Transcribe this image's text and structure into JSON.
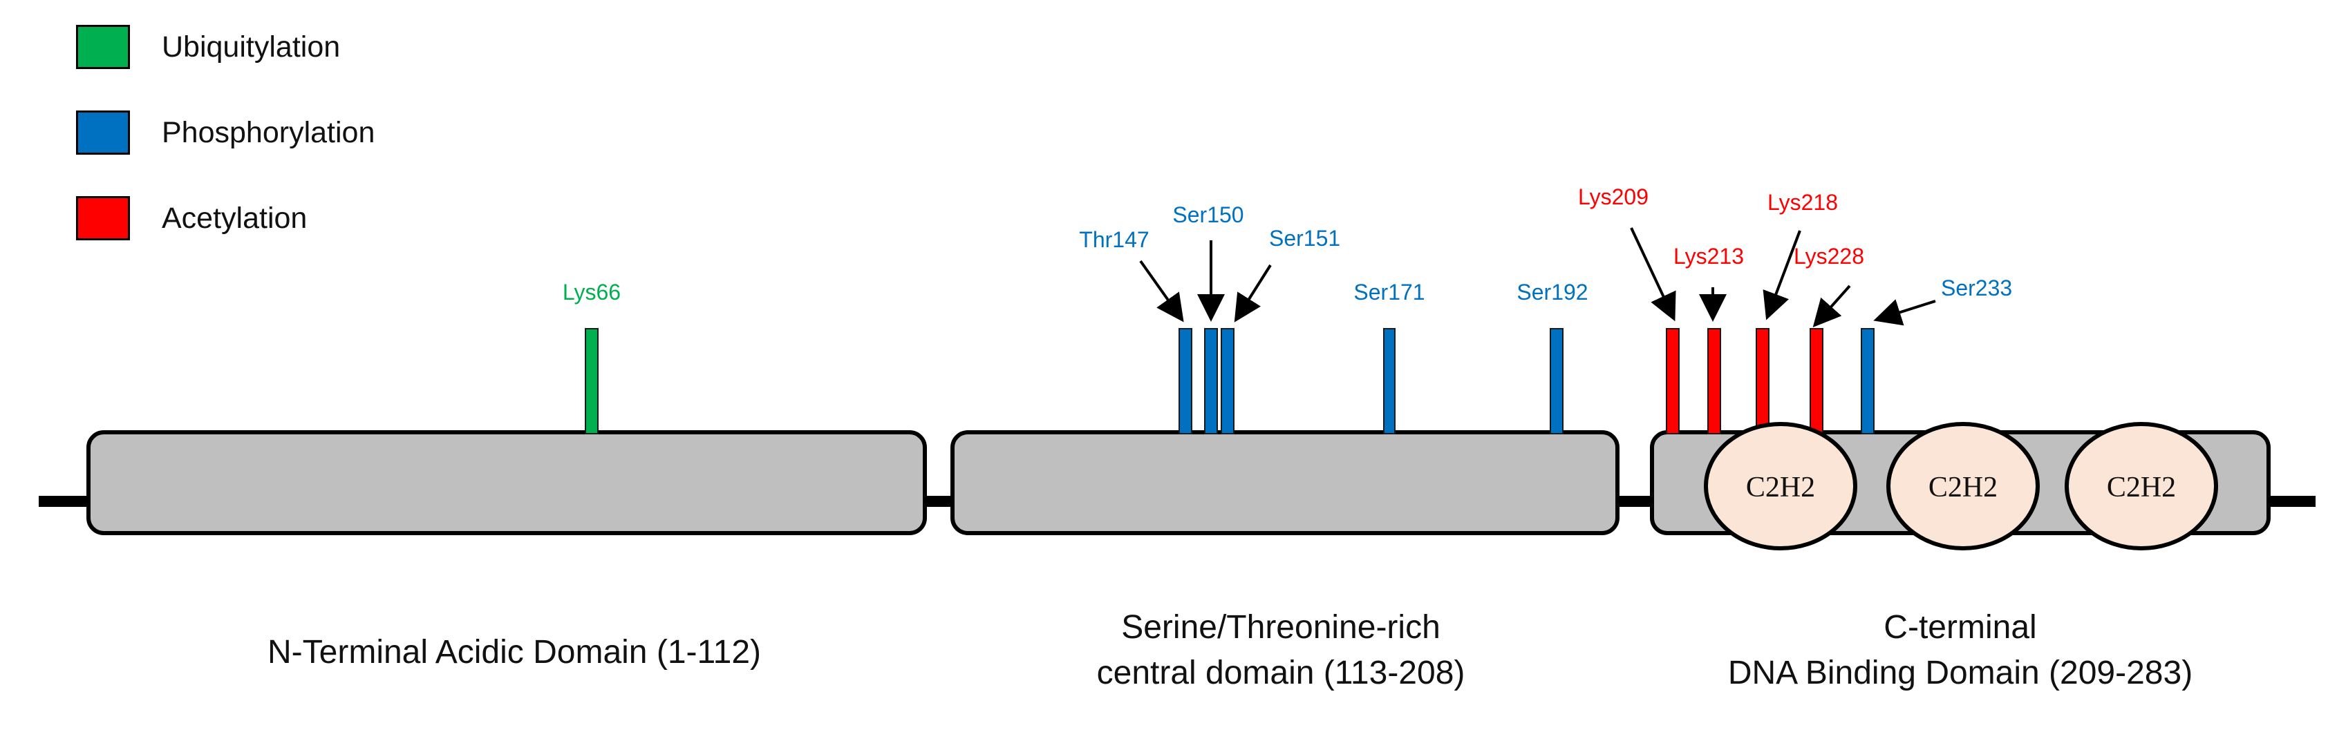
{
  "legend": [
    {
      "label": "Ubiquitylation",
      "type": "ubiquitylation",
      "color": "#00b050"
    },
    {
      "label": "Phosphorylation",
      "type": "phosphorylation",
      "color": "#0070c0"
    },
    {
      "label": "Acetylation",
      "type": "acetylation",
      "color": "#ff0000"
    }
  ],
  "colors": {
    "domain_fill": "#bfbfbf",
    "zinc_finger_fill": "#fbe5d6",
    "outline": "#000000"
  },
  "protein": {
    "domains": [
      {
        "id": "n-terminal",
        "label_lines": [
          "N-Terminal Acidic Domain (1-112)"
        ]
      },
      {
        "id": "central",
        "label_lines": [
          "Serine/Threonine-rich",
          "central domain (113-208)"
        ]
      },
      {
        "id": "c-terminal",
        "label_lines": [
          "C-terminal",
          "DNA Binding Domain (209-283)"
        ]
      }
    ],
    "zinc_fingers": [
      {
        "label": "C2H2"
      },
      {
        "label": "C2H2"
      },
      {
        "label": "C2H2"
      }
    ]
  },
  "sites": [
    {
      "label": "Lys66",
      "residue": 66,
      "type": "ubiquitylation"
    },
    {
      "label": "Thr147",
      "residue": 147,
      "type": "phosphorylation"
    },
    {
      "label": "Ser150",
      "residue": 150,
      "type": "phosphorylation"
    },
    {
      "label": "Ser151",
      "residue": 151,
      "type": "phosphorylation"
    },
    {
      "label": "Ser171",
      "residue": 171,
      "type": "phosphorylation"
    },
    {
      "label": "Ser192",
      "residue": 192,
      "type": "phosphorylation"
    },
    {
      "label": "Lys209",
      "residue": 209,
      "type": "acetylation"
    },
    {
      "label": "Lys213",
      "residue": 213,
      "type": "acetylation"
    },
    {
      "label": "Lys218",
      "residue": 218,
      "type": "acetylation"
    },
    {
      "label": "Lys228",
      "residue": 228,
      "type": "acetylation"
    },
    {
      "label": "Ser233",
      "residue": 233,
      "type": "phosphorylation"
    }
  ]
}
